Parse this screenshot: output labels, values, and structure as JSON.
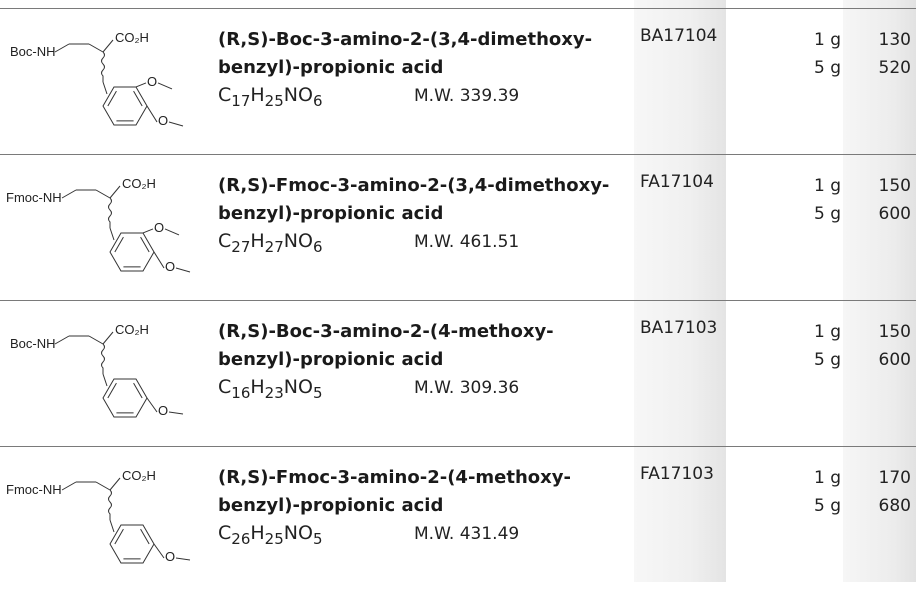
{
  "rows": [
    {
      "protect": "Boc-NH",
      "acid": "CO₂H",
      "name_line1": "(R,S)-Boc-3-amino-2-(3,4-dimethoxy-",
      "name_line2": "benzyl)-propionic acid",
      "formula": [
        [
          "C",
          "17"
        ],
        [
          "H",
          "25"
        ],
        [
          "NO",
          "6"
        ]
      ],
      "mw": "M.W. 339.39",
      "code": "BA17104",
      "qty": [
        "1 g",
        "5 g"
      ],
      "price": [
        "130",
        "520"
      ],
      "substituent": "3,4-dimethoxy"
    },
    {
      "protect": "Fmoc-NH",
      "acid": "CO₂H",
      "name_line1": "(R,S)-Fmoc-3-amino-2-(3,4-dimethoxy-",
      "name_line2": "benzyl)-propionic acid",
      "formula": [
        [
          "C",
          "27"
        ],
        [
          "H",
          "27"
        ],
        [
          "NO",
          "6"
        ]
      ],
      "mw": "M.W. 461.51",
      "code": "FA17104",
      "qty": [
        "1 g",
        "5 g"
      ],
      "price": [
        "150",
        "600"
      ],
      "substituent": "3,4-dimethoxy"
    },
    {
      "protect": "Boc-NH",
      "acid": "CO₂H",
      "name_line1": "(R,S)-Boc-3-amino-2-(4-methoxy-",
      "name_line2": "benzyl)-propionic acid",
      "formula": [
        [
          "C",
          "16"
        ],
        [
          "H",
          "23"
        ],
        [
          "NO",
          "5"
        ]
      ],
      "mw": "M.W. 309.36",
      "code": "BA17103",
      "qty": [
        "1 g",
        "5 g"
      ],
      "price": [
        "150",
        "600"
      ],
      "substituent": "4-methoxy"
    },
    {
      "protect": "Fmoc-NH",
      "acid": "CO₂H",
      "name_line1": "(R,S)-Fmoc-3-amino-2-(4-methoxy-",
      "name_line2": "benzyl)-propionic acid",
      "formula": [
        [
          "C",
          "26"
        ],
        [
          "H",
          "25"
        ],
        [
          "NO",
          "5"
        ]
      ],
      "mw": "M.W. 431.49",
      "code": "FA17103",
      "qty": [
        "1 g",
        "5 g"
      ],
      "price": [
        "170",
        "680"
      ],
      "substituent": "4-methoxy"
    }
  ]
}
